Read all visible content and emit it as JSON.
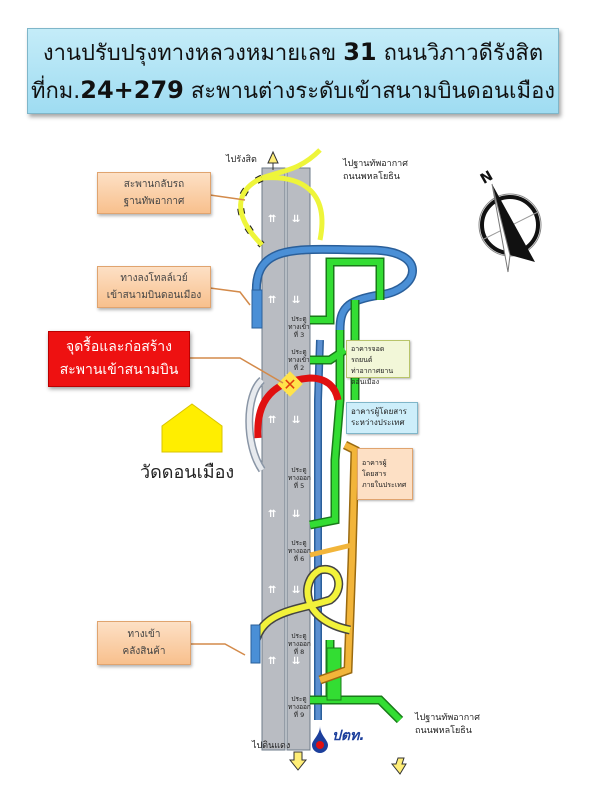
{
  "title": {
    "line1_prefix": "งานปรับปรุงทางหลวงหมายเลข",
    "line1_number": "31",
    "line1_suffix": "ถนนวิภาวดีรังสิต",
    "line2_prefix": "ที่กม.",
    "line2_km": "24+279",
    "line2_suffix": "สะพานต่างระดับเข้าสนามบินดอนเมือง"
  },
  "callouts": {
    "u_turn_bridge": [
      "สะพานกลับรถ",
      "ฐานทัพอากาศ"
    ],
    "tollway_ramp": [
      "ทางลงโทลล์เวย์",
      "เข้าสนามบินดอนเมือง"
    ],
    "demolition": [
      "จุดรื้อและก่อสร้าง",
      "สะพานเข้าสนามบิน"
    ],
    "cargo_entrance": [
      "ทางเข้า",
      "คลังสินค้า"
    ],
    "parking_building": [
      "อาคารจอดรถยนต์",
      "ท่าอากาศยาน",
      "ดอนเมือง"
    ],
    "intl_terminal": [
      "อาคารผู้โดยสาร",
      "ระหว่างประเทศ"
    ],
    "domestic_terminal": [
      "อาคารผู้โดยสาร",
      "ภายในประเทศ"
    ]
  },
  "direction_labels": {
    "to_rangsit": "ไปรังสิต",
    "to_airbase_top": [
      "ไปฐานทัพอากาศ",
      "ถนนพหลโยธิน"
    ],
    "to_bang_khen": "ไปดินแดง",
    "to_airbase_bottom": [
      "ไปฐานทัพอากาศ",
      "ถนนพหลโยธิน"
    ]
  },
  "gates": [
    {
      "label": [
        "ประตู",
        "ทางเข้า",
        "ที่ 3"
      ]
    },
    {
      "label": [
        "ประตู",
        "ทางเข้า",
        "ที่ 2"
      ]
    },
    {
      "label": [
        "ประตู",
        "ทางออก",
        "ที่ 5"
      ]
    },
    {
      "label": [
        "ประตู",
        "ทางออก",
        "ที่ 6"
      ]
    },
    {
      "label": [
        "ประตู",
        "ทางออก",
        "ที่ 8"
      ]
    },
    {
      "label": [
        "ประตู",
        "ทางออก",
        "ที่ 9"
      ]
    }
  ],
  "landmarks": {
    "temple": "วัดดอนเมือง",
    "ptt_logo": "ปตท.",
    "compass_north": "N"
  },
  "colors": {
    "road_gray": "#b9bcc2",
    "blue_route": "#4a8fd6",
    "green_route": "#33dd33",
    "yellow_route": "#f2f23a",
    "orange_route": "#f2b53a",
    "red_route": "#e01010",
    "temple_yellow": "#ffee00"
  }
}
